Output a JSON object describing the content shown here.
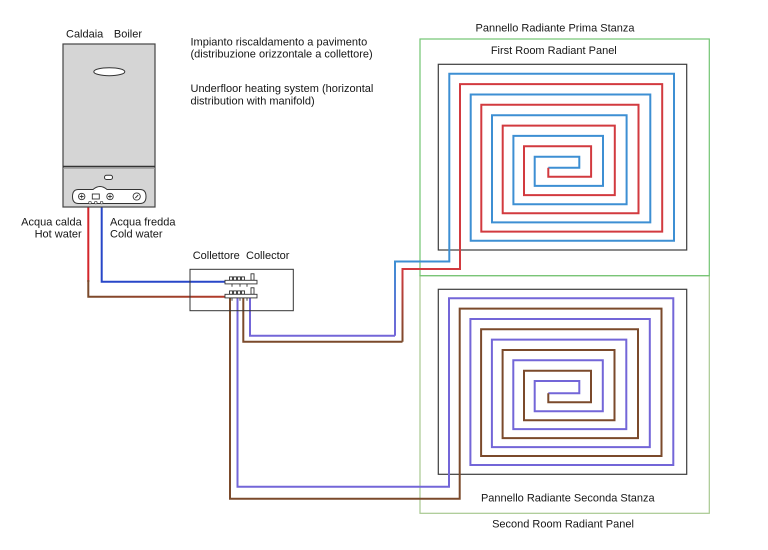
{
  "labels": {
    "boiler_it": "Caldaia",
    "boiler_en": "Boiler",
    "system_it_line1": "Impianto riscaldamento a pavimento",
    "system_it_line2": "(distribuzione orizzontale a collettore)",
    "system_en_line1": "Underfloor heating system (horizontal",
    "system_en_line2": "distribution with manifold)",
    "hot_water_it": "Acqua calda",
    "hot_water_en": "Hot water",
    "cold_water_it": "Acqua fredda",
    "cold_water_en": "Cold water",
    "collector_it": "Collettore",
    "collector_en": "Collector",
    "room1_it": "Pannello Radiante Prima Stanza",
    "room1_en": "First Room Radiant Panel",
    "room2_it": "Pannello Radiante Seconda Stanza",
    "room2_en": "Second Room Radiant Panel"
  },
  "colors": {
    "hot_water": "#d3262b",
    "cold_water": "#2847c8",
    "supply_brown": "#7b4a2b",
    "supply_red_brown": "#b43a2a",
    "return_purple": "#7366d8",
    "room1_supply_red": "#d23a3f",
    "room1_return_blue": "#3d8fd3",
    "room1_border_green": "#72c472",
    "room2_border_green": "#a8c890",
    "panel_outline": "#3c3c3c",
    "boiler_body": "#d5d5d5"
  }
}
